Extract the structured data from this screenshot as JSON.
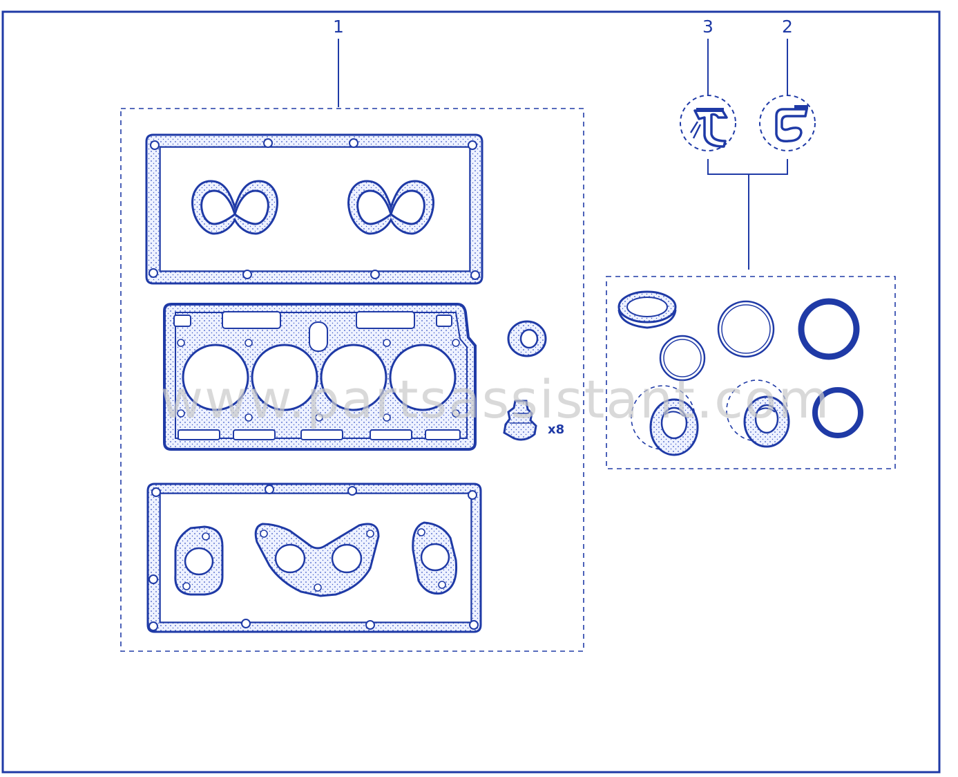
{
  "callouts": {
    "kit_main": "1",
    "seal_type_2": "2",
    "seal_type_3": "3"
  },
  "quantity_label": "x8",
  "watermark": "www.partsassistant.com",
  "colors": {
    "line": "#1f3aa6",
    "fill": "#eef2ff",
    "stipple": "#3a55c4",
    "background": "#ffffff",
    "watermark": "#c9c9c9"
  }
}
